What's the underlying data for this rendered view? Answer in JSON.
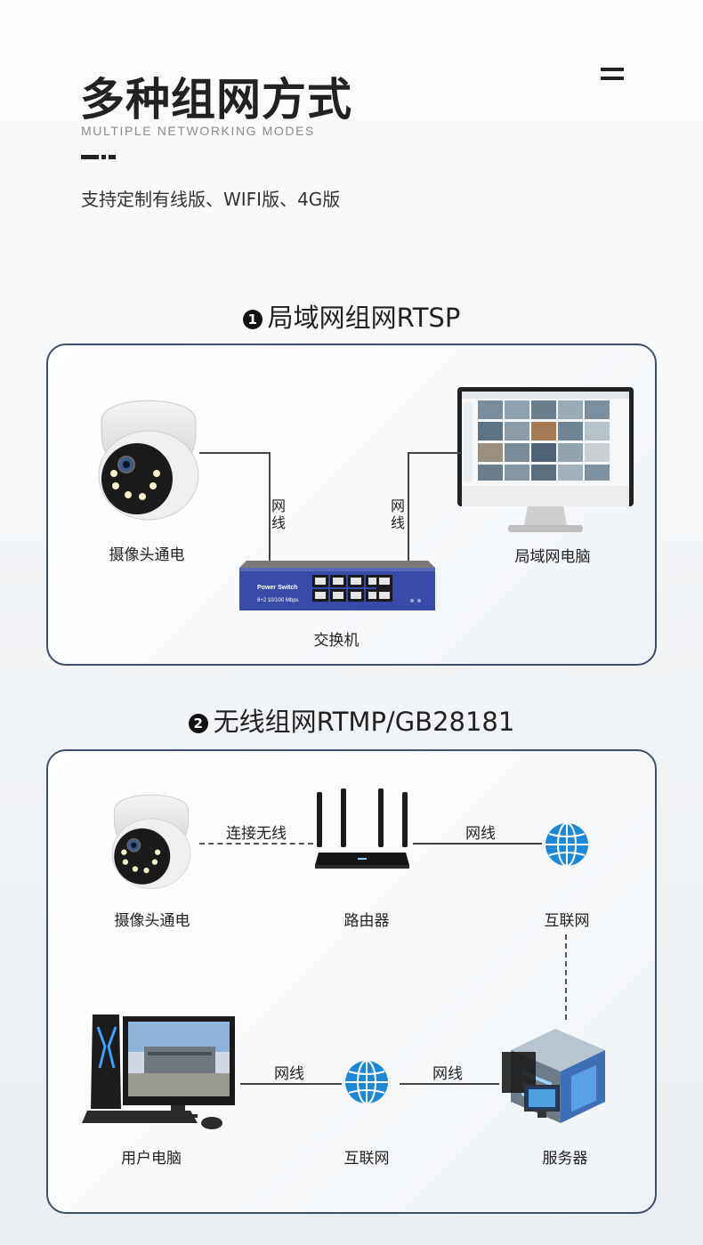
{
  "header": {
    "title": "多种组网方式",
    "subtitle": "MULTIPLE NETWORKING MODES",
    "description": "支持定制有线版、WIFI版、4G版"
  },
  "section1": {
    "number": "1",
    "title": "局域网组网RTSP",
    "camera_label": "摄像头通电",
    "pc_label": "局域网电脑",
    "switch_label": "交换机",
    "cable_left": "网线",
    "cable_right": "网线",
    "switch_brand": "Power Switch",
    "switch_spec": "8+2 10/100 Mbps"
  },
  "section2": {
    "number": "2",
    "title": "无线组网RTMP/GB28181",
    "camera_label": "摄像头通电",
    "router_label": "路由器",
    "internet_label_top": "互联网",
    "user_pc_label": "用户电脑",
    "internet_label_bottom": "互联网",
    "server_label": "服务器",
    "link_wireless": "连接无线",
    "link_router_internet": "网线",
    "link_pc_internet": "网线",
    "link_internet_server": "网线"
  },
  "colors": {
    "panel_border": "#3e4f66",
    "globe": "#1e88d8",
    "switch_body": "#3a4aa8"
  }
}
